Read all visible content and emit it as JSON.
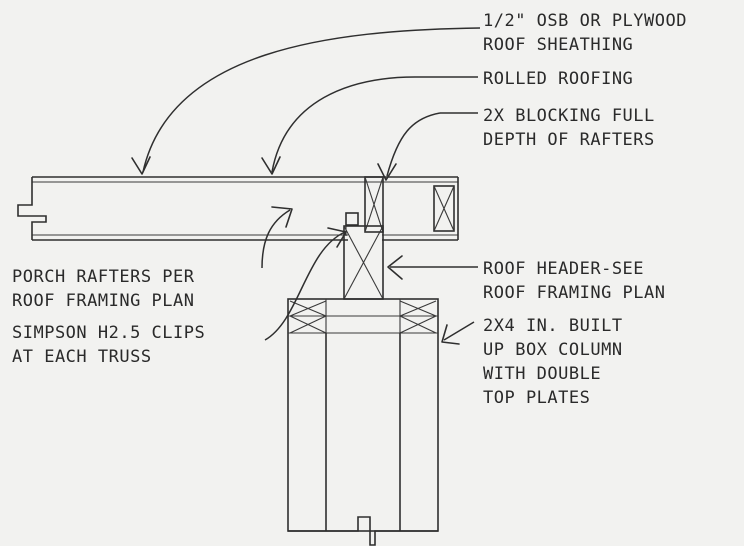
{
  "labels": {
    "sheathing": [
      "1/2\" OSB OR PLYWOOD",
      "ROOF SHEATHING"
    ],
    "rolled_roofing": [
      "ROLLED ROOFING"
    ],
    "blocking": [
      "2X BLOCKING FULL",
      "DEPTH OF RAFTERS"
    ],
    "porch_rafters": [
      "PORCH RAFTERS PER",
      "ROOF FRAMING PLAN"
    ],
    "clips": [
      "SIMPSON H2.5 CLIPS",
      "AT EACH TRUSS"
    ],
    "roof_header": [
      "ROOF HEADER-SEE",
      "ROOF FRAMING PLAN"
    ],
    "box_column": [
      "2X4 IN. BUILT",
      "UP BOX COLUMN",
      "WITH DOUBLE",
      "TOP PLATES"
    ]
  },
  "colors": {
    "line": "#2f2f2f",
    "paper": "#f2f2f0",
    "text": "#2a2a2a"
  }
}
